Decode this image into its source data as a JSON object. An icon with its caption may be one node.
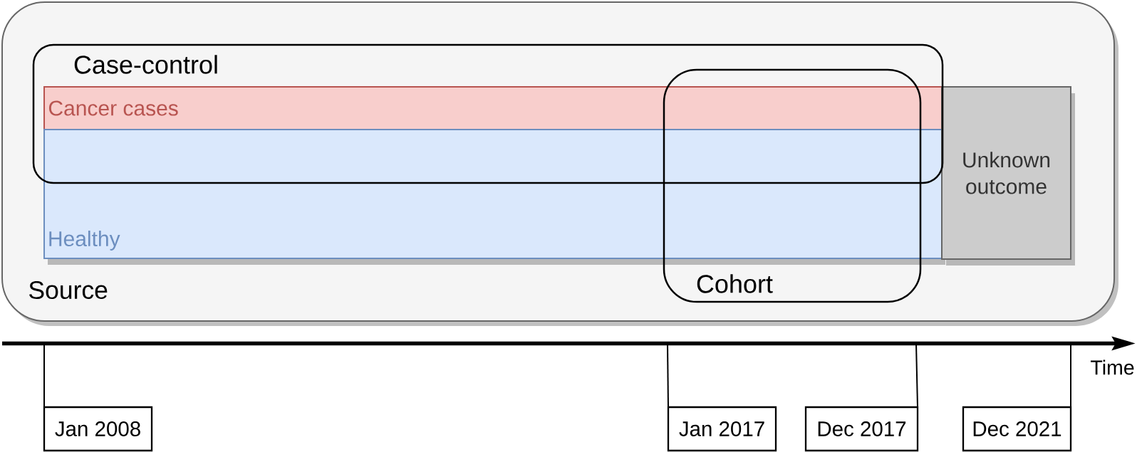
{
  "diagram": {
    "nodes": [
      {
        "text": [
          "Source"
        ]
      },
      {
        "text": [
          "Case-control"
        ],
        "in": 0
      },
      {
        "text": [
          "Cancer cases"
        ],
        "in": 1
      },
      {
        "text": [
          "Healthy"
        ],
        "in": 0
      },
      {
        "text": [
          "Unknown outcome"
        ],
        "in": 0
      },
      {
        "text": [
          "Cohort"
        ],
        "in": 0
      },
      {
        "text": [
          "Jan 2008"
        ]
      },
      {
        "text": [
          "Jan 2017"
        ]
      },
      {
        "text": [
          "Dec 2017"
        ]
      },
      {
        "text": [
          "Dec 2021"
        ]
      }
    ],
    "edges": [
      {
        "from": 6,
        "to": null,
        "arrow": "none"
      },
      {
        "from": 7,
        "to": null,
        "arrow": "none"
      },
      {
        "from": 8,
        "to": null,
        "arrow": "none"
      },
      {
        "from": 9,
        "to": null,
        "arrow": "none"
      }
    ],
    "labels": [
      "Time"
    ]
  }
}
